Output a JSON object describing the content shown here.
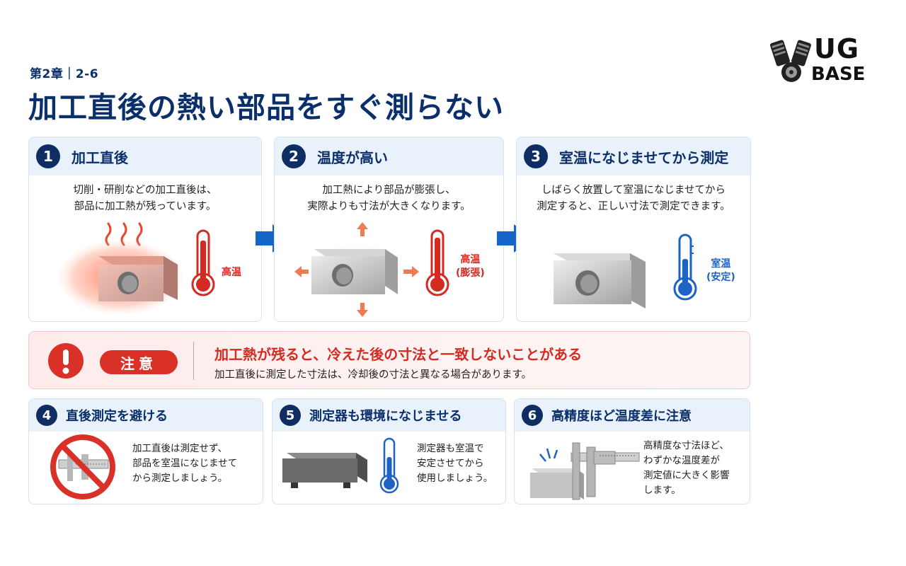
{
  "header": {
    "chapter": "第2章｜2-6",
    "title": "加工直後の熱い部品をすぐ測らない"
  },
  "logo": {
    "line1": "UG",
    "line2": "BASE"
  },
  "steps": [
    {
      "number": "1",
      "title": "加工直後",
      "desc": [
        "切削・研削などの加工直後は、",
        "部品に加工熱が残っています。"
      ],
      "thermo_label": [
        "高温"
      ],
      "icons": [
        "heat-waves-icon",
        "hot-metal-block-icon",
        "hot-thermometer-icon"
      ]
    },
    {
      "number": "2",
      "title": "温度が高い",
      "desc": [
        "加工熱により部品が膨張し、",
        "実際よりも寸法が大きくなります。"
      ],
      "thermo_label": [
        "高温",
        "(膨張)"
      ],
      "icons": [
        "expansion-arrows-icon",
        "metal-block-icon",
        "hot-thermometer-icon"
      ]
    },
    {
      "number": "3",
      "title": "室温になじませてから測定",
      "desc": [
        "しばらく放置して室温になじませてから",
        "測定すると、正しい寸法で測定できます。"
      ],
      "thermo_label": [
        "室温",
        "(安定)"
      ],
      "icons": [
        "metal-block-icon",
        "cool-thermometer-icon"
      ]
    }
  ],
  "caution": {
    "badge": "注意",
    "main": "加工熱が残ると、冷えた後の寸法と一致しないことがある",
    "sub": "加工直後に測定した寸法は、冷却後の寸法と異なる場合があります。"
  },
  "tips": [
    {
      "number": "4",
      "title": "直後測定を避ける",
      "desc": [
        "加工直後は測定せず、",
        "部品を室温になじませて",
        "から測定しましょう。"
      ],
      "icon": "no-caliper-icon"
    },
    {
      "number": "5",
      "title": "測定器も環境になじませる",
      "desc": [
        "測定器も室温で",
        "安定させてから",
        "使用しましょう。"
      ],
      "icon": "surface-plate-icon"
    },
    {
      "number": "6",
      "title": "高精度ほど温度差に注意",
      "desc": [
        "高精度な寸法ほど、",
        "わずかな温度差が",
        "測定値に大きく影響",
        "します。"
      ],
      "icon": "caliper-measuring-icon"
    }
  ],
  "colors": {
    "navy": "#0b2f6b",
    "hot_red": "#d42a22",
    "cool_blue": "#1d63c4",
    "arrow_blue": "#1565c9",
    "header_bg": "#e9f1fb"
  }
}
